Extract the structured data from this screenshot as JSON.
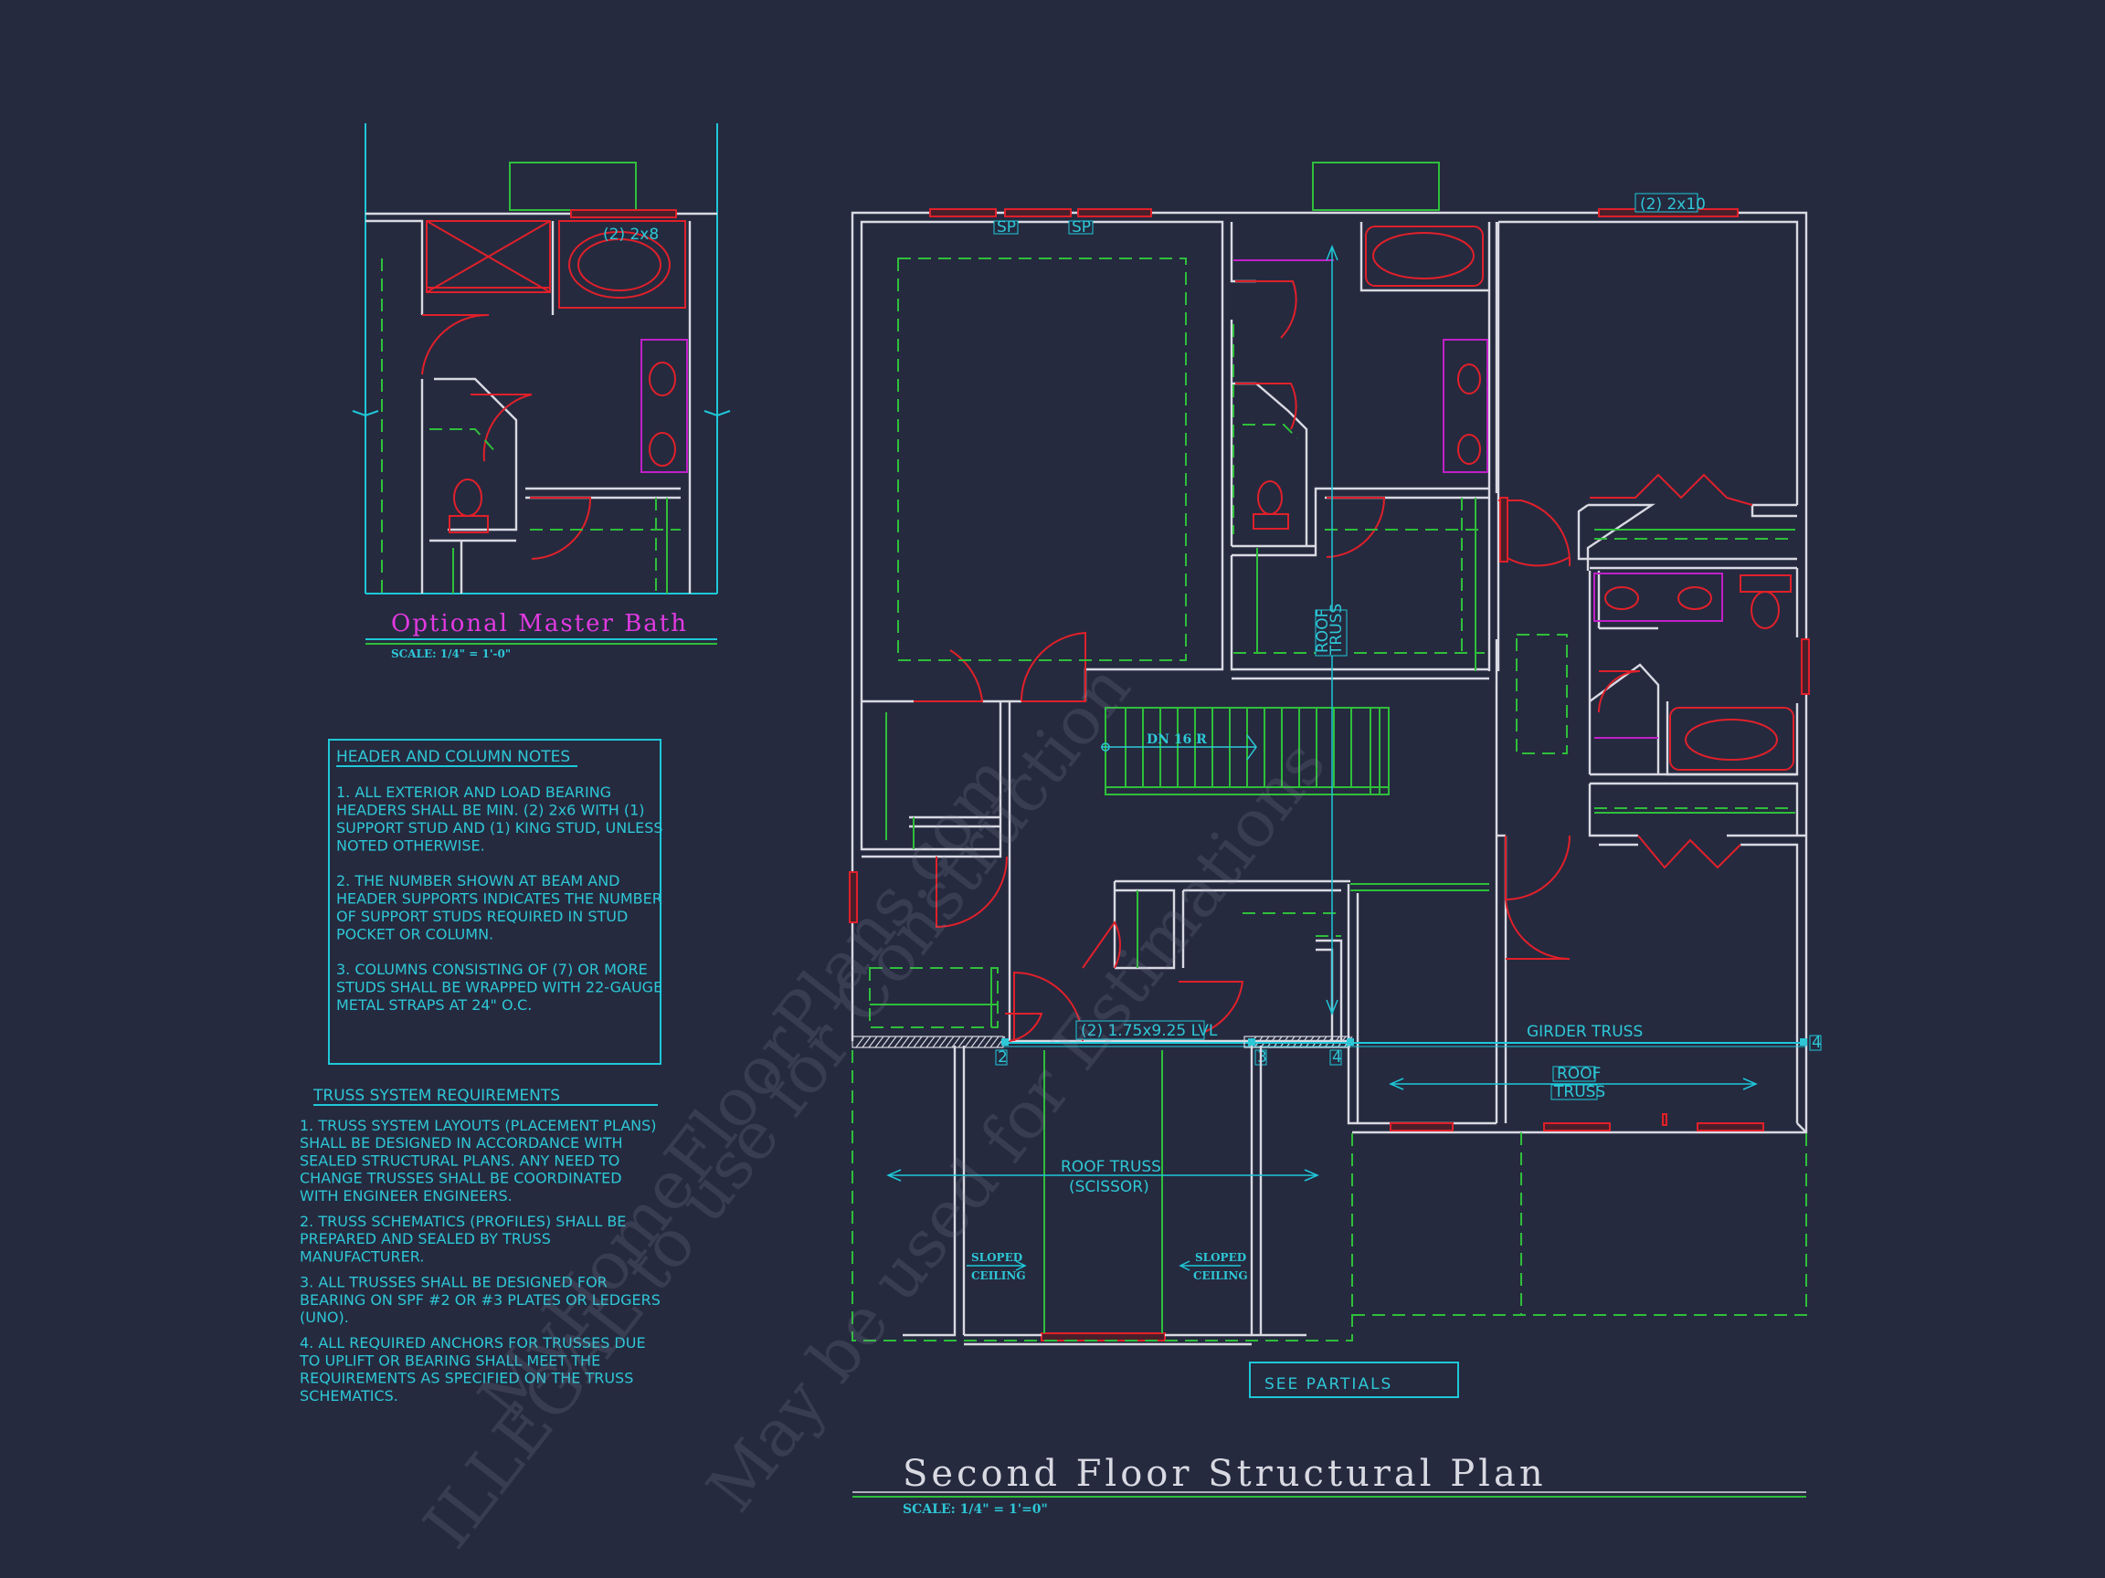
{
  "optional_bath": {
    "title": "Optional Master Bath",
    "scale": "SCALE: 1/4\" = 1'-0\"",
    "header_label": "(2) 2x8"
  },
  "notes": {
    "header_title": "HEADER AND COLUMN NOTES",
    "header_items": [
      [
        "1. ALL EXTERIOR AND LOAD BEARING",
        "HEADERS SHALL BE MIN. (2) 2x6 WITH (1)",
        "SUPPORT STUD AND (1) KING STUD, UNLESS",
        "NOTED OTHERWISE."
      ],
      [
        "2. THE NUMBER SHOWN AT BEAM AND",
        "HEADER SUPPORTS INDICATES THE NUMBER",
        "OF SUPPORT STUDS REQUIRED IN STUD",
        "POCKET OR COLUMN."
      ],
      [
        "3. COLUMNS CONSISTING OF (7) OR MORE",
        "STUDS SHALL BE WRAPPED WITH 22-GAUGE",
        "METAL STRAPS AT 24\" O.C."
      ]
    ],
    "truss_title": "TRUSS SYSTEM REQUIREMENTS",
    "truss_items": [
      [
        "1. TRUSS SYSTEM LAYOUTS (PLACEMENT PLANS)",
        "SHALL BE DESIGNED IN ACCORDANCE WITH",
        "SEALED STRUCTURAL PLANS. ANY NEED TO",
        "CHANGE TRUSSES SHALL BE COORDINATED",
        "WITH ENGINEER ENGINEERS."
      ],
      [
        "2. TRUSS SCHEMATICS (PROFILES) SHALL BE",
        "PREPARED AND SEALED BY TRUSS",
        "MANUFACTURER."
      ],
      [
        "3. ALL TRUSSES SHALL BE DESIGNED FOR",
        "BEARING ON SPF #2 OR #3 PLATES OR LEDGERS",
        "(UNO)."
      ],
      [
        "4. ALL REQUIRED ANCHORS FOR TRUSSES DUE",
        "TO UPLIFT OR BEARING SHALL MEET THE",
        "REQUIREMENTS AS SPECIFIED ON THE TRUSS",
        "SCHEMATICS."
      ]
    ]
  },
  "plan": {
    "title": "Second Floor Structural Plan",
    "scale": "SCALE: 1/4\" = 1'=0\"",
    "see_partials": "SEE PARTIALS",
    "labels": {
      "header_2x10": "(2) 2x10",
      "sp1": "SP",
      "sp2": "SP",
      "lvl": "(2) 1.75x9.25 LVL",
      "girder": "GIRDER TRUSS",
      "roof_truss_right_1": "ROOF",
      "roof_truss_right_2": "TRUSS",
      "roof_truss_v_1": "ROOF",
      "roof_truss_v_2": "TRUSS",
      "roof_scissor_1": "ROOF TRUSS",
      "roof_scissor_2": "(SCISSOR)",
      "sloped_left_1": "SLOPED",
      "sloped_left_2": "CEILING",
      "sloped_right_1": "SLOPED",
      "sloped_right_2": "CEILING",
      "stair": "DN 16 R",
      "col_2": "2",
      "col_3": "3",
      "col_4a": "4",
      "col_4b": "4"
    }
  },
  "watermark": {
    "line1": "MyHomeFloorPlans.com",
    "line2": "ILLEGAL to use for Construction",
    "line3": "May be used for Estimations"
  }
}
